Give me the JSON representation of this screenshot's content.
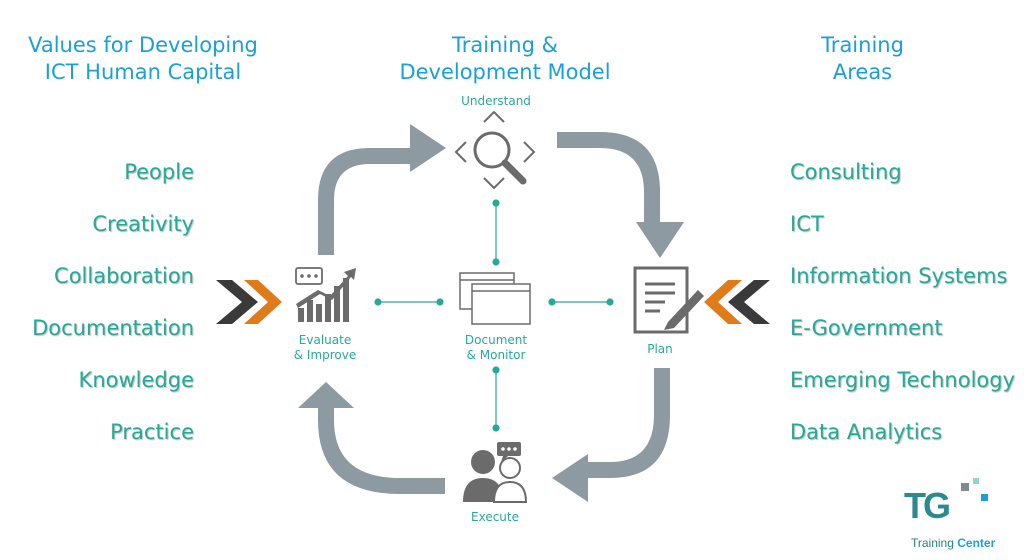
{
  "headers": {
    "left": [
      "Values for Developing",
      "ICT Human Capital"
    ],
    "center": [
      "Training &",
      "Development Model"
    ],
    "right": [
      "Training",
      "Areas"
    ]
  },
  "values": [
    "People",
    "Creativity",
    "Collaboration",
    "Documentation",
    "Knowledge",
    "Practice"
  ],
  "areas": [
    "Consulting",
    "ICT",
    "Information Systems",
    "E-Government",
    "Emerging Technology",
    "Data Analytics"
  ],
  "nodes": {
    "understand": "Understand",
    "plan": "Plan",
    "execute": "Execute",
    "evaluate": [
      "Evaluate",
      "& Improve"
    ],
    "document": [
      "Document",
      "& Monitor"
    ]
  },
  "logo": {
    "letters": "TG",
    "caption_a": "Training",
    "caption_b": "Center"
  },
  "colors": {
    "heading_blue": "#1a9fd9",
    "teal": "#27a89a",
    "arrow_gray": "#8d9aa2",
    "icon_gray": "#6b6b6b",
    "chevron_orange": "#e07b1a",
    "chevron_dark": "#3a3a3a"
  }
}
